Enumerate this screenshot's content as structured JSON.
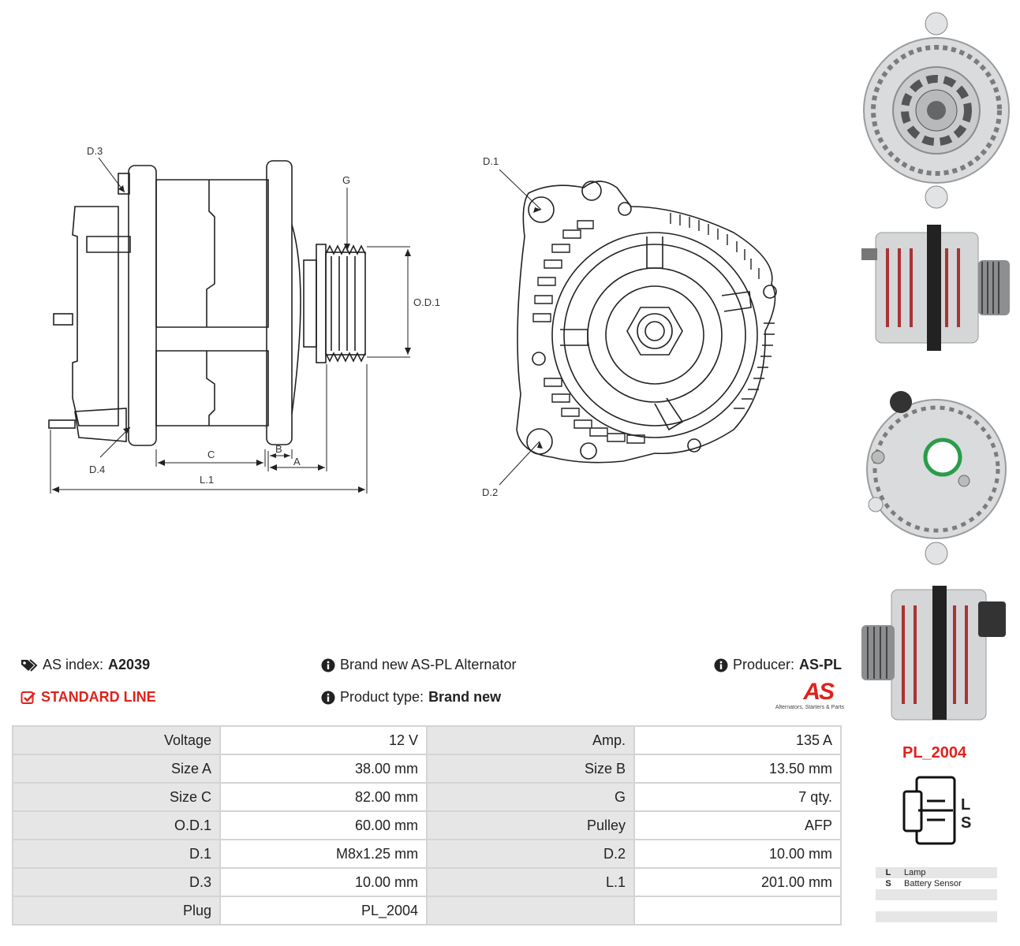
{
  "drawing": {
    "labels": {
      "d3": "D.3",
      "d4": "D.4",
      "g": "G",
      "od1": "O.D.1",
      "b": "B",
      "a": "A",
      "c": "C",
      "l1": "L.1",
      "d1": "D.1",
      "d2": "D.2"
    }
  },
  "header": {
    "as_index_label": "AS index:",
    "as_index_value": "A2039",
    "line_label": "STANDARD LINE",
    "brand_text": "Brand new AS-PL Alternator",
    "product_type_label": "Product type:",
    "product_type_value": "Brand new",
    "producer_label": "Producer:",
    "producer_value": "AS-PL",
    "logo_text": "AS",
    "logo_tagline": "Alternators, Starters & Parts"
  },
  "specs": {
    "rows": [
      {
        "l1": "Voltage",
        "v1": "12 V",
        "l2": "Amp.",
        "v2": "135 A"
      },
      {
        "l1": "Size A",
        "v1": "38.00 mm",
        "l2": "Size B",
        "v2": "13.50 mm"
      },
      {
        "l1": "Size C",
        "v1": "82.00 mm",
        "l2": "G",
        "v2": "7 qty."
      },
      {
        "l1": "O.D.1",
        "v1": "60.00 mm",
        "l2": "Pulley",
        "v2": "AFP"
      },
      {
        "l1": "D.1",
        "v1": "M8x1.25 mm",
        "l2": "D.2",
        "v2": "10.00 mm"
      },
      {
        "l1": "D.3",
        "v1": "10.00 mm",
        "l2": "L.1",
        "v2": "201.00 mm"
      },
      {
        "l1": "Plug",
        "v1": "PL_2004",
        "l2": "",
        "v2": ""
      }
    ]
  },
  "plug": {
    "code": "PL_2004",
    "pins": [
      "L",
      "S"
    ],
    "legend": [
      {
        "key": "L",
        "desc": "Lamp"
      },
      {
        "key": "S",
        "desc": "Battery Sensor"
      },
      {
        "key": "",
        "desc": ""
      },
      {
        "key": "",
        "desc": ""
      },
      {
        "key": "",
        "desc": ""
      }
    ]
  },
  "colors": {
    "accent": "#e0221c",
    "table_label_bg": "#e6e6e6",
    "border": "#d4d4d4"
  }
}
